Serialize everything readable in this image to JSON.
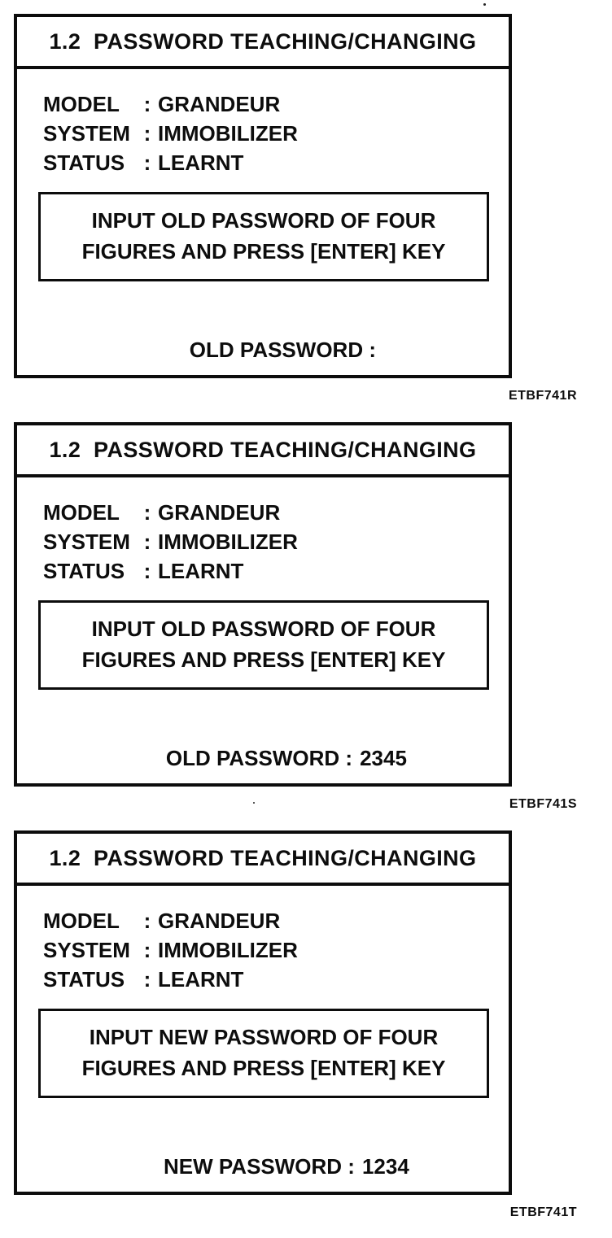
{
  "shared": {
    "colon": ":"
  },
  "panels": [
    {
      "title": "1.2  PASSWORD TEACHING/CHANGING",
      "fields": [
        {
          "label": "MODEL",
          "value": "GRANDEUR"
        },
        {
          "label": "SYSTEM",
          "value": "IMMOBILIZER"
        },
        {
          "label": "STATUS",
          "value": "LEARNT"
        }
      ],
      "message_line1": "INPUT OLD PASSWORD OF FOUR",
      "message_line2": "FIGURES AND PRESS [ENTER] KEY",
      "password_label": "OLD PASSWORD :",
      "password_value": "",
      "figure_code": "ETBF741R"
    },
    {
      "title": "1.2  PASSWORD TEACHING/CHANGING",
      "fields": [
        {
          "label": "MODEL",
          "value": "GRANDEUR"
        },
        {
          "label": "SYSTEM",
          "value": "IMMOBILIZER"
        },
        {
          "label": "STATUS",
          "value": "LEARNT"
        }
      ],
      "message_line1": "INPUT OLD PASSWORD OF FOUR",
      "message_line2": "FIGURES AND PRESS [ENTER] KEY",
      "password_label": "OLD PASSWORD :",
      "password_value": "2345",
      "figure_code": "ETBF741S"
    },
    {
      "title": "1.2  PASSWORD TEACHING/CHANGING",
      "fields": [
        {
          "label": "MODEL",
          "value": "GRANDEUR"
        },
        {
          "label": "SYSTEM",
          "value": "IMMOBILIZER"
        },
        {
          "label": "STATUS",
          "value": "LEARNT"
        }
      ],
      "message_line1": "INPUT NEW PASSWORD OF FOUR",
      "message_line2": "FIGURES AND PRESS [ENTER] KEY",
      "password_label": "NEW PASSWORD :",
      "password_value": "1234",
      "figure_code": "ETBF741T"
    }
  ]
}
